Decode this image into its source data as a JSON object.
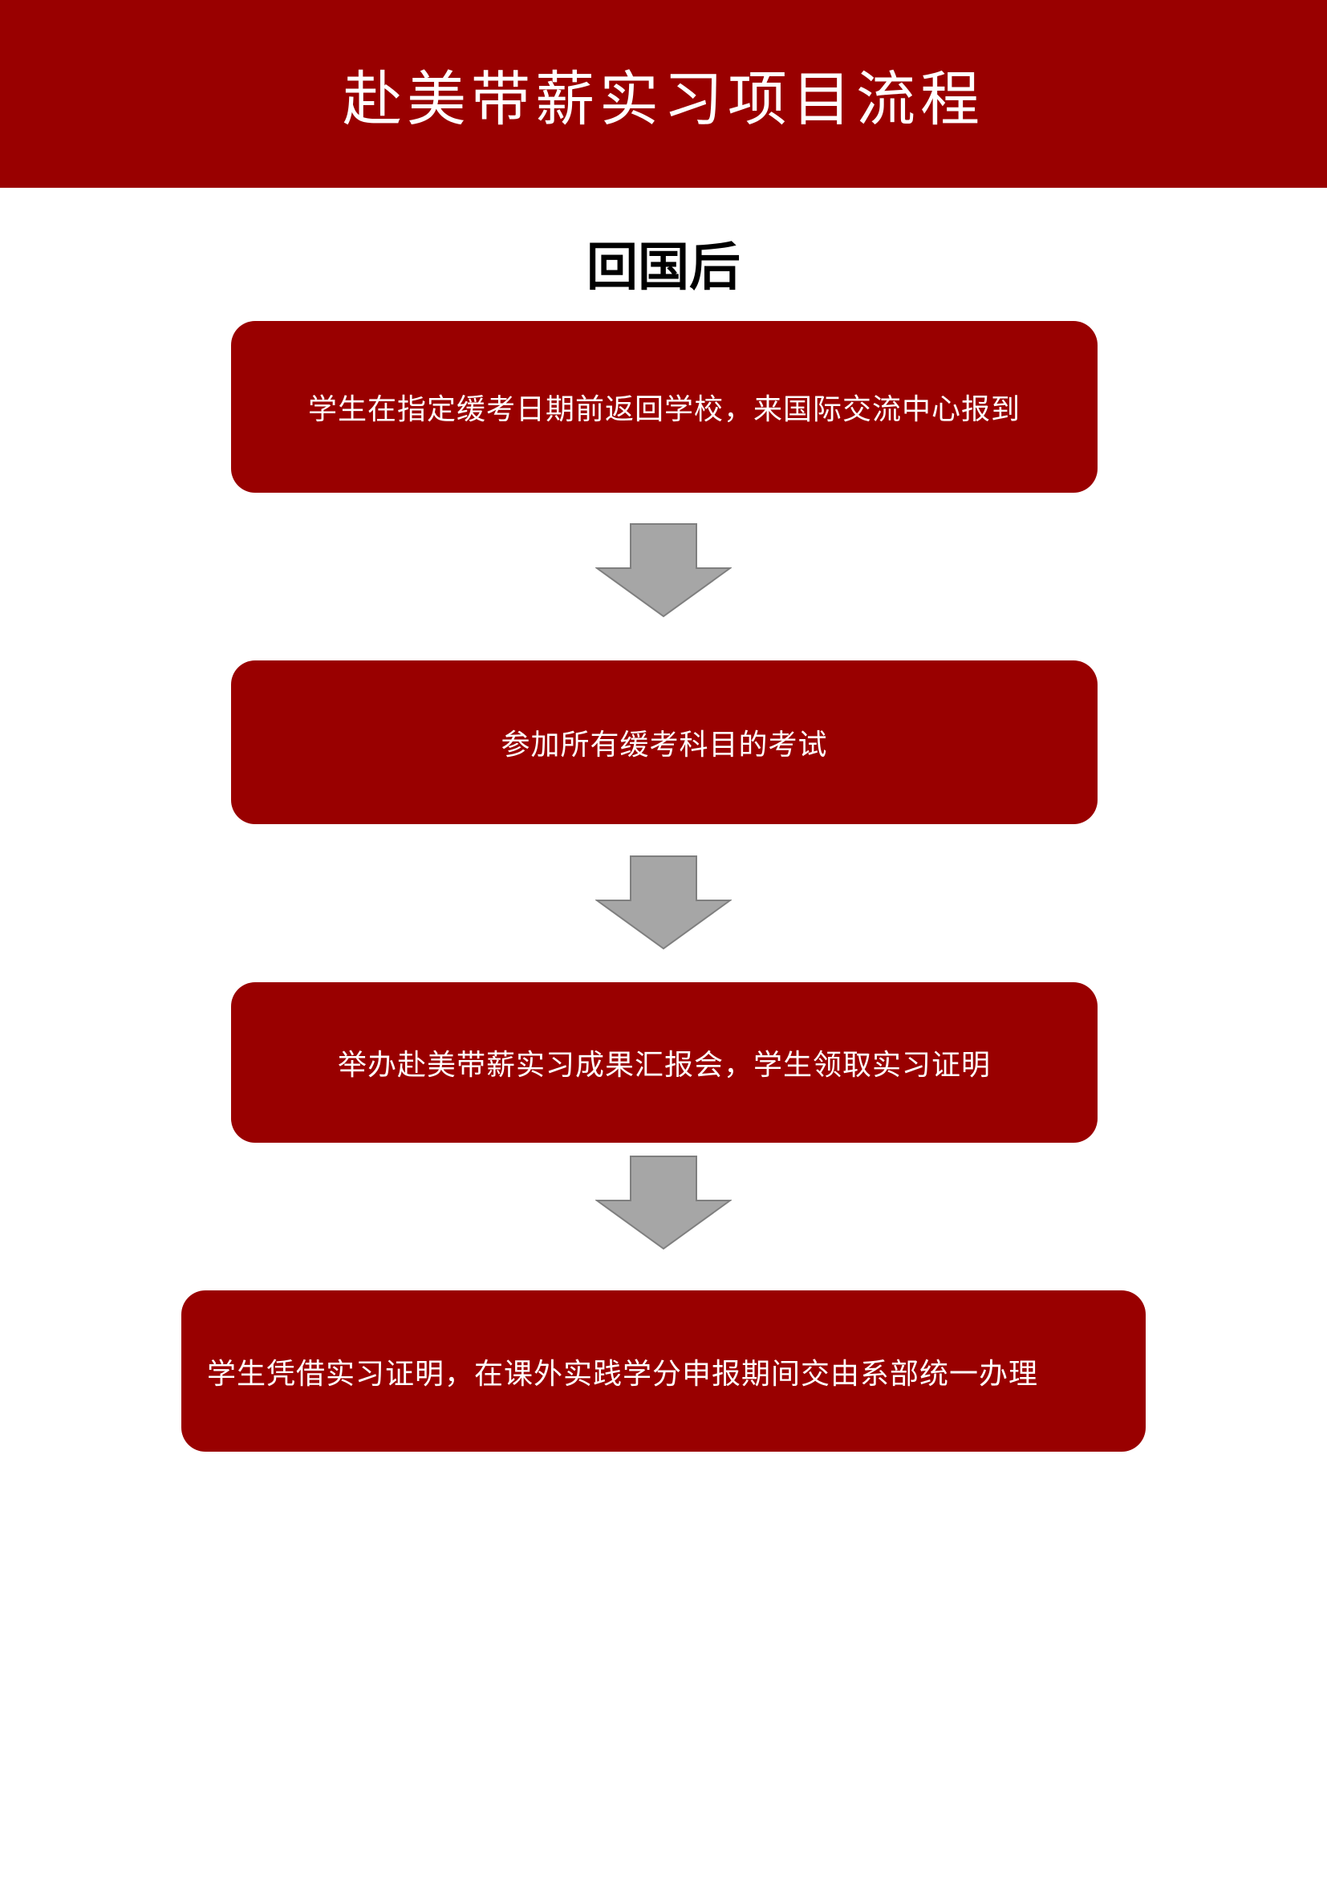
{
  "colors": {
    "accent": "#990000",
    "arrow_fill": "#A6A6A6",
    "arrow_stroke": "#7F7F7F"
  },
  "header": {
    "title": "赴美带薪实习项目流程"
  },
  "section": {
    "heading": "回国后"
  },
  "steps": [
    {
      "text": "学生在指定缓考日期前返回学校，来国际交流中心报到"
    },
    {
      "text": "参加所有缓考科目的考试"
    },
    {
      "text": "举办赴美带薪实习成果汇报会，学生领取实习证明"
    },
    {
      "text": "学生凭借实习证明，在课外实践学分申报期间交由系部统一办理"
    }
  ],
  "connectors": [
    {
      "from": 1,
      "to": 2,
      "icon": "down-arrow-icon"
    },
    {
      "from": 2,
      "to": 3,
      "icon": "down-arrow-icon"
    },
    {
      "from": 3,
      "to": 4,
      "icon": "down-arrow-icon"
    }
  ]
}
